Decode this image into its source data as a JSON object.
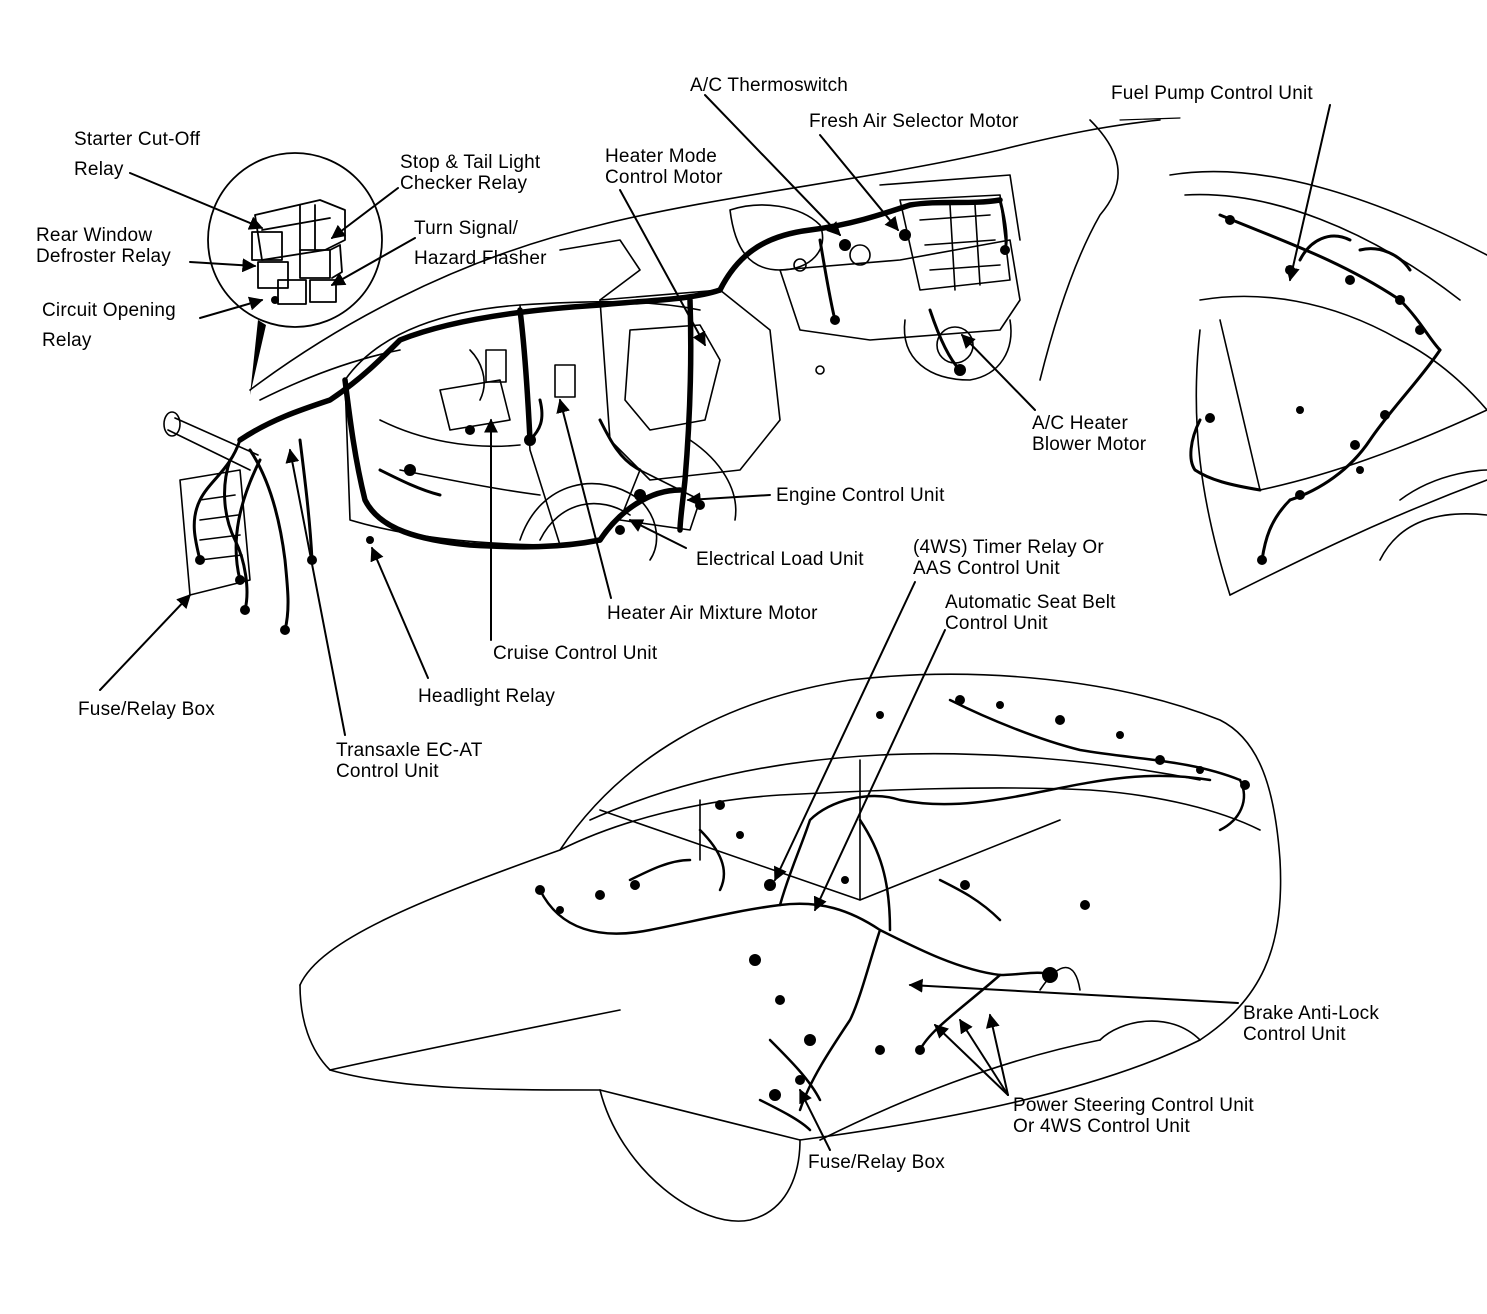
{
  "colors": {
    "ink": "#000000",
    "paper": "#ffffff"
  },
  "labels": {
    "starter_cutoff": {
      "line1": "Starter Cut-Off",
      "line2": "Relay"
    },
    "stop_tail": {
      "line1": "Stop & Tail Light",
      "line2": "Checker Relay"
    },
    "rear_window": {
      "line1": "Rear Window",
      "line2": "Defroster Relay"
    },
    "turn_signal": {
      "line1": "Turn Signal/",
      "line2": "Hazard Flasher"
    },
    "circuit_opening": {
      "line1": "Circuit Opening",
      "line2": "Relay"
    },
    "fuse_relay_box_1": "Fuse/Relay Box",
    "transaxle": {
      "line1": "Transaxle EC-AT",
      "line2": "Control Unit"
    },
    "headlight_relay": "Headlight Relay",
    "cruise_control": "Cruise Control Unit",
    "heater_air_mixture": "Heater Air Mixture Motor",
    "electrical_load": "Electrical Load Unit",
    "engine_control": "Engine Control Unit",
    "heater_mode": {
      "line1": "Heater Mode",
      "line2": "Control Motor"
    },
    "ac_thermoswitch": "A/C Thermoswitch",
    "fresh_air": "Fresh Air Selector Motor",
    "fuel_pump": "Fuel Pump Control Unit",
    "ac_heater_blower": {
      "line1": "A/C Heater",
      "line2": "Blower Motor"
    },
    "timer_relay": {
      "line1": "(4WS) Timer Relay Or",
      "line2": "AAS Control Unit"
    },
    "auto_seat_belt": {
      "line1": "Automatic Seat Belt",
      "line2": "Control Unit"
    },
    "brake_antilock": {
      "line1": "Brake Anti-Lock",
      "line2": "Control Unit"
    },
    "power_steering": {
      "line1": "Power Steering Control Unit",
      "line2": "Or 4WS Control Unit"
    },
    "fuse_relay_box_2": "Fuse/Relay Box"
  }
}
